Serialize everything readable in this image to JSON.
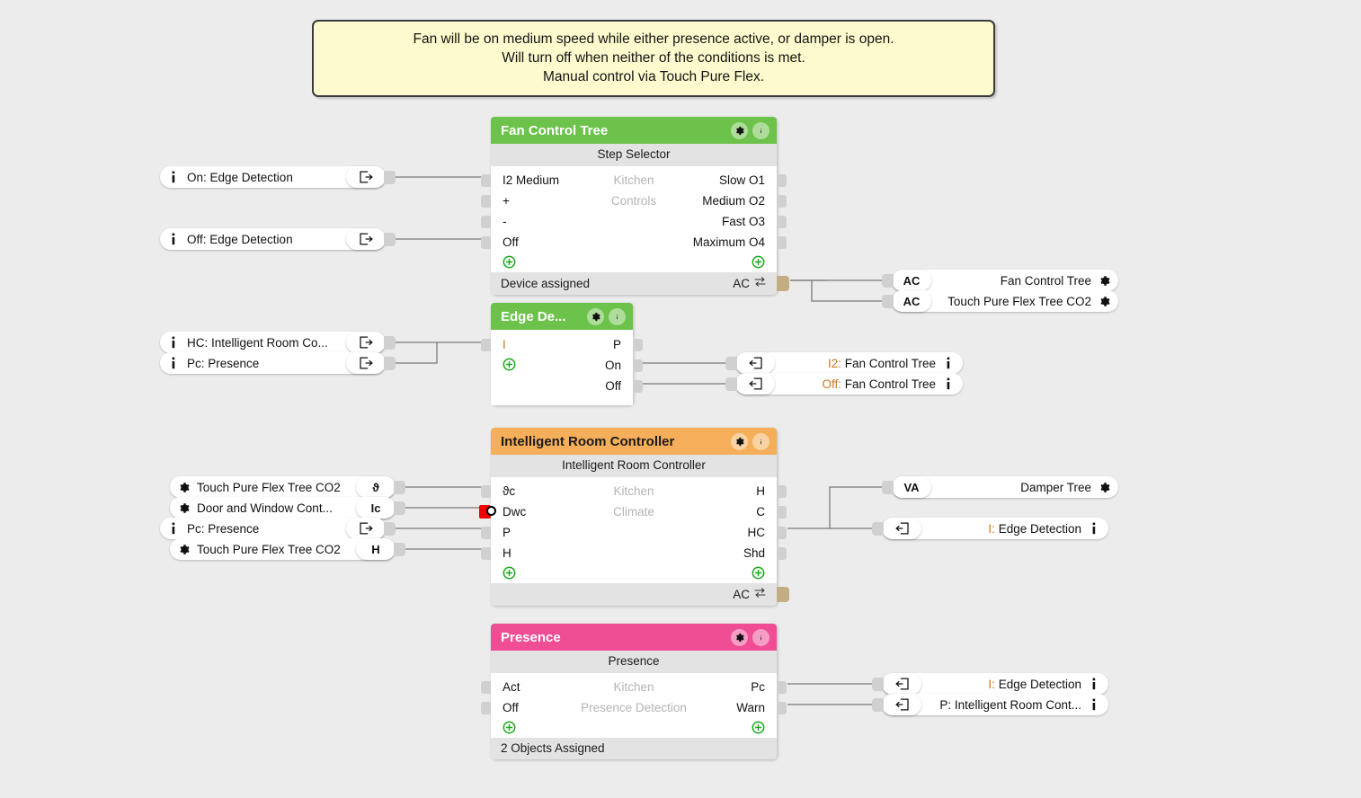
{
  "note": {
    "lines": [
      "Fan will be on medium speed while either presence active, or damper is open.",
      "Will turn off when neither of the conditions is met.",
      "Manual control via Touch Pure Flex."
    ]
  },
  "nodes": {
    "fan": {
      "title": "Fan Control Tree",
      "color": "#6cc24a",
      "subtitle": "Step Selector",
      "center_lines": [
        "Kitchen",
        "Controls"
      ],
      "inputs": [
        "I2 Medium",
        "+",
        "-",
        "Off"
      ],
      "outputs": [
        "Slow O1",
        "Medium O2",
        "Fast O3",
        "Maximum O4"
      ],
      "footer_left": "Device assigned",
      "footer_right": "AC"
    },
    "edge": {
      "title": "Edge De...",
      "color": "#6cc24a",
      "inputs": [
        "I"
      ],
      "outputs": [
        "P",
        "On",
        "Off"
      ]
    },
    "irc": {
      "title": "Intelligent Room Controller",
      "color": "#f5ae5a",
      "subtitle": "Intelligent Room Controller",
      "center_lines": [
        "Kitchen",
        "Climate"
      ],
      "inputs": [
        "ϑc",
        "Dwc",
        "P",
        "H"
      ],
      "outputs": [
        "H",
        "C",
        "HC",
        "Shd"
      ],
      "footer_right": "AC"
    },
    "presence": {
      "title": "Presence",
      "color": "#ef4e94",
      "subtitle": "Presence",
      "center_lines": [
        "Kitchen",
        "Presence Detection"
      ],
      "inputs": [
        "Act",
        "Off"
      ],
      "outputs": [
        "Pc",
        "Warn"
      ],
      "footer_left": "2 Objects Assigned"
    }
  },
  "pills": {
    "fan_sources": [
      {
        "icon": "info-icon",
        "label": "On: Edge Detection",
        "badge": "export-icon"
      },
      {
        "icon": "info-icon",
        "label": "Off: Edge Detection",
        "badge": "export-icon"
      }
    ],
    "fan_targets": [
      {
        "badge": "AC",
        "label": "Fan Control Tree",
        "icon": "gear-icon"
      },
      {
        "badge": "AC",
        "label": "Touch Pure Flex Tree CO2",
        "icon": "gear-icon"
      }
    ],
    "edge_sources": [
      {
        "icon": "info-icon",
        "label": "HC: Intelligent Room Co...",
        "badge": "export-icon"
      },
      {
        "icon": "info-icon",
        "label": "Pc: Presence",
        "badge": "export-icon"
      }
    ],
    "edge_targets": [
      {
        "badge": "import-icon",
        "prefix": "I2:",
        "label": " Fan Control Tree",
        "icon": "info-icon"
      },
      {
        "badge": "import-icon",
        "prefix": "Off:",
        "label": " Fan Control Tree",
        "icon": "info-icon"
      }
    ],
    "irc_sources": [
      {
        "icon": "gear-icon",
        "label": "Touch Pure Flex Tree CO2",
        "badge": "ϑ"
      },
      {
        "icon": "gear-icon",
        "label": "Door and Window Cont...",
        "badge": "Ic"
      },
      {
        "icon": "info-icon",
        "label": "Pc: Presence",
        "badge": "export-icon"
      },
      {
        "icon": "gear-icon",
        "label": "Touch Pure Flex Tree CO2",
        "badge": "H"
      }
    ],
    "irc_targets": [
      {
        "badge": "VA",
        "label": "Damper Tree",
        "icon": "gear-icon"
      },
      {
        "badge": "import-icon",
        "prefix": "I:",
        "label": " Edge Detection",
        "icon": "info-icon"
      }
    ],
    "presence_targets": [
      {
        "badge": "import-icon",
        "prefix": "I:",
        "label": " Edge Detection",
        "icon": "info-icon"
      },
      {
        "badge": "import-icon",
        "prefix": "P:",
        "label": " Intelligent Room Cont...",
        "icon": "info-icon"
      }
    ]
  },
  "colors": {
    "canvas": "#ececec",
    "note_bg": "#fdfbce",
    "green": "#6cc24a",
    "orange": "#f5ae5a",
    "pink": "#ef4e94",
    "port": "#d0d0d0",
    "ac_port": "#c3ad83",
    "error_port": "#f20000"
  }
}
